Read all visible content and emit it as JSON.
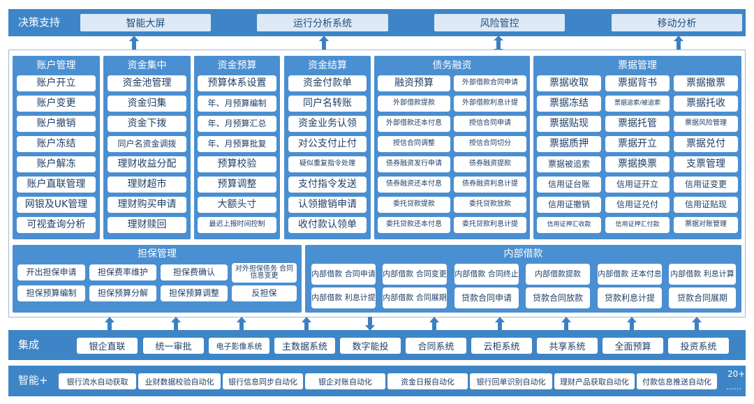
{
  "decision": {
    "label": "决策支持",
    "items": [
      "智能大屏",
      "运行分析系统",
      "风险管控",
      "移动分析"
    ]
  },
  "columns": [
    {
      "title": "账户管理",
      "items": [
        "账户开立",
        "账户变更",
        "账户撤销",
        "账户冻结",
        "账户解冻",
        "账户直联管理",
        "网银及UK管理",
        "可视查询分析"
      ]
    },
    {
      "title": "资金集中",
      "items": [
        "资金池管理",
        "资金归集",
        "资金下拨",
        "同户名资金调拨",
        "理财收益分配",
        "理财超市",
        "理财购买申请",
        "理财赎回"
      ]
    },
    {
      "title": "资金预算",
      "items": [
        "预算体系设置",
        "年、月预算编制",
        "年、月预算汇总",
        "年、月预算批复",
        "预算校验",
        "预算调整",
        "大额头寸",
        "最迟上报时间控制"
      ]
    },
    {
      "title": "资金结算",
      "items": [
        "资金付款单",
        "同户名转账",
        "资金业务认领",
        "对公支付止付",
        "疑似重复指令处理",
        "支付指令发送",
        "认领撤销申请",
        "收付款认领单"
      ]
    }
  ],
  "debt": {
    "title": "债务融资",
    "rows": [
      [
        "融资预算",
        "外部借款合同申请"
      ],
      [
        "外部借款提款",
        "外部借款利息计提"
      ],
      [
        "外部借款还本付息",
        "授信合同申请"
      ],
      [
        "授信合同调整",
        "授信合同切分"
      ],
      [
        "债券融资发行申请",
        "债券融资提款"
      ],
      [
        "债券融资还本付息",
        "债券融资利息计提"
      ],
      [
        "委托贷款提款",
        "委托贷款放款"
      ],
      [
        "委托贷款还本付息",
        "委托贷款利息计提"
      ]
    ]
  },
  "bills": {
    "title": "票据管理",
    "rows": [
      [
        "票据收取",
        "票据背书",
        "票据撤票"
      ],
      [
        "票据冻结",
        "票据追索/被追索",
        "票据托收"
      ],
      [
        "票据贴现",
        "票据托管",
        "票据风险管理"
      ],
      [
        "票据质押",
        "票据开立",
        "票据兑付"
      ],
      [
        "票据被追索",
        "票据换票",
        "支票管理"
      ],
      [
        "信用证台账",
        "信用证开立",
        "信用证变更"
      ],
      [
        "信用证撤销",
        "信用证兑付",
        "信用证贴现"
      ],
      [
        "信用证押汇收款",
        "信用证押汇付款",
        "票据对账管理"
      ]
    ]
  },
  "guarantee": {
    "title": "担保管理",
    "rows": [
      [
        "开出担保申请",
        "担保费率维护",
        "担保费确认",
        "对外担保债务 合同信息变更"
      ],
      [
        "担保预算编制",
        "担保预算分解",
        "担保预算调整",
        "反担保"
      ]
    ]
  },
  "loan": {
    "title": "内部借款",
    "rows": [
      [
        "内部借款 合同申请",
        "内部借款 合同变更",
        "内部借款 合同终止",
        "内部借款提款",
        "内部借款 还本付息",
        "内部借款 利息计算"
      ],
      [
        "内部借款 利息计提",
        "内部借款 合同展期",
        "贷款合同申请",
        "贷款合同放款",
        "贷款利息计提",
        "贷款合同展期"
      ]
    ]
  },
  "integration": {
    "label": "集成",
    "items": [
      "银企直联",
      "统一审批",
      "电子影像系统",
      "主数据系统",
      "数字能投",
      "合同系统",
      "云柜系统",
      "共享系统",
      "全面预算",
      "投资系统"
    ]
  },
  "smart": {
    "label": "智能+",
    "items": [
      "银行流水自动获取",
      "业财数据校验自动化",
      "银行信息同步自动化",
      "银企对账自动化",
      "资金日报自动化",
      "银行回单识别自动化",
      "理财产品获取自动化",
      "付款信息推送自动化"
    ],
    "more": "20+",
    "dots": "……"
  },
  "colors": {
    "band": "#3d85c6",
    "column": "#4a8fd1",
    "arrow": "#3d7fc2",
    "text": "#1f3f66"
  }
}
